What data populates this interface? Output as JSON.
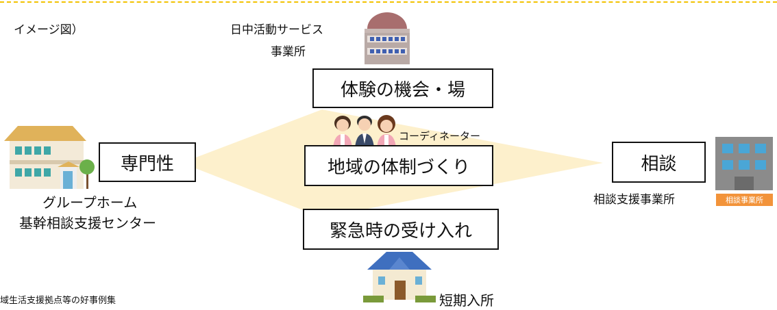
{
  "caption": "イメージ図）",
  "footer_text": "域生活支援拠点等の好事例集",
  "nodes": {
    "day_service": {
      "name_line1": "日中活動サービス",
      "name_line2": "事業所",
      "box_label": "体験の機会・場"
    },
    "group_home": {
      "name_line1": "グループホーム",
      "name_line2": "基幹相談支援センター",
      "box_label": "専門性"
    },
    "consultation": {
      "name": "相談支援事業所",
      "box_label": "相談",
      "sign": "相談事業所"
    },
    "short_stay": {
      "name": "短期入所",
      "box_label": "緊急時の受け入れ"
    },
    "center": {
      "box_label": "地域の体制づくり",
      "coordinator_label": "コーディネーター"
    }
  },
  "colors": {
    "accent_dashed_border": "#f2c200",
    "region_fill": "#fdf0cc",
    "sign_badge": "#f2933a"
  }
}
